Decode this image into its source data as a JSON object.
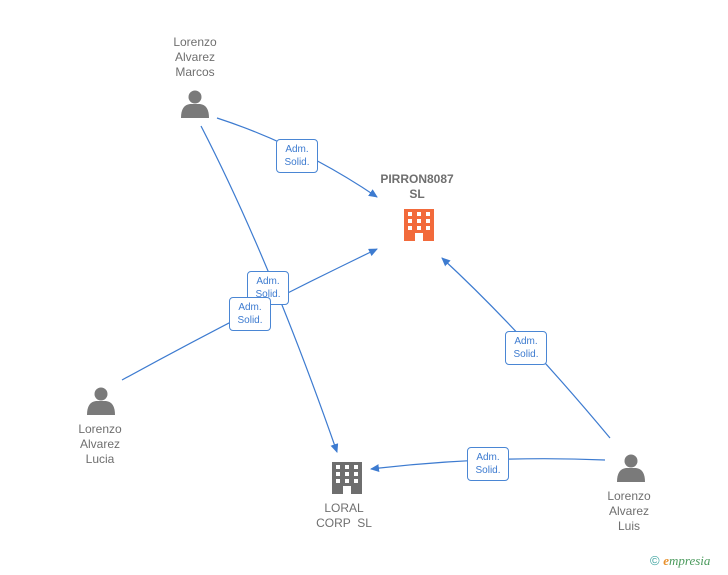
{
  "nodes": {
    "marcos": {
      "lines": [
        "Lorenzo",
        "Alvarez",
        "Marcos"
      ]
    },
    "lucia": {
      "lines": [
        "Lorenzo",
        "Alvarez",
        "Lucia"
      ]
    },
    "luis": {
      "lines": [
        "Lorenzo",
        "Alvarez",
        "Luis"
      ]
    },
    "pirron": {
      "lines": [
        "PIRRON8087",
        "SL"
      ]
    },
    "loral": {
      "lines": [
        "LORAL",
        "CORP  SL"
      ]
    }
  },
  "edges": [
    {
      "from": "Lorenzo Alvarez Marcos",
      "to": "PIRRON8087 SL",
      "line1": "Adm.",
      "line2": "Solid."
    },
    {
      "from": "Lorenzo Alvarez Marcos",
      "to": "LORAL CORP SL",
      "line1": "Adm.",
      "line2": "Solid."
    },
    {
      "from": "Lorenzo Alvarez Lucia",
      "to": "PIRRON8087 SL",
      "line1": "Adm.",
      "line2": "Solid."
    },
    {
      "from": "Lorenzo Alvarez Luis",
      "to": "PIRRON8087 SL",
      "line1": "Adm.",
      "line2": "Solid."
    },
    {
      "from": "Lorenzo Alvarez Luis",
      "to": "LORAL CORP SL",
      "line1": "Adm.",
      "line2": "Solid."
    }
  ],
  "colors": {
    "edge": "#3d7bd0",
    "person": "#7a7a7a",
    "company_main": "#f26a3b",
    "company_other": "#6e6e6e"
  },
  "footer": {
    "copyright": "©",
    "brand_initial": "e",
    "brand_rest": "mpresia"
  }
}
